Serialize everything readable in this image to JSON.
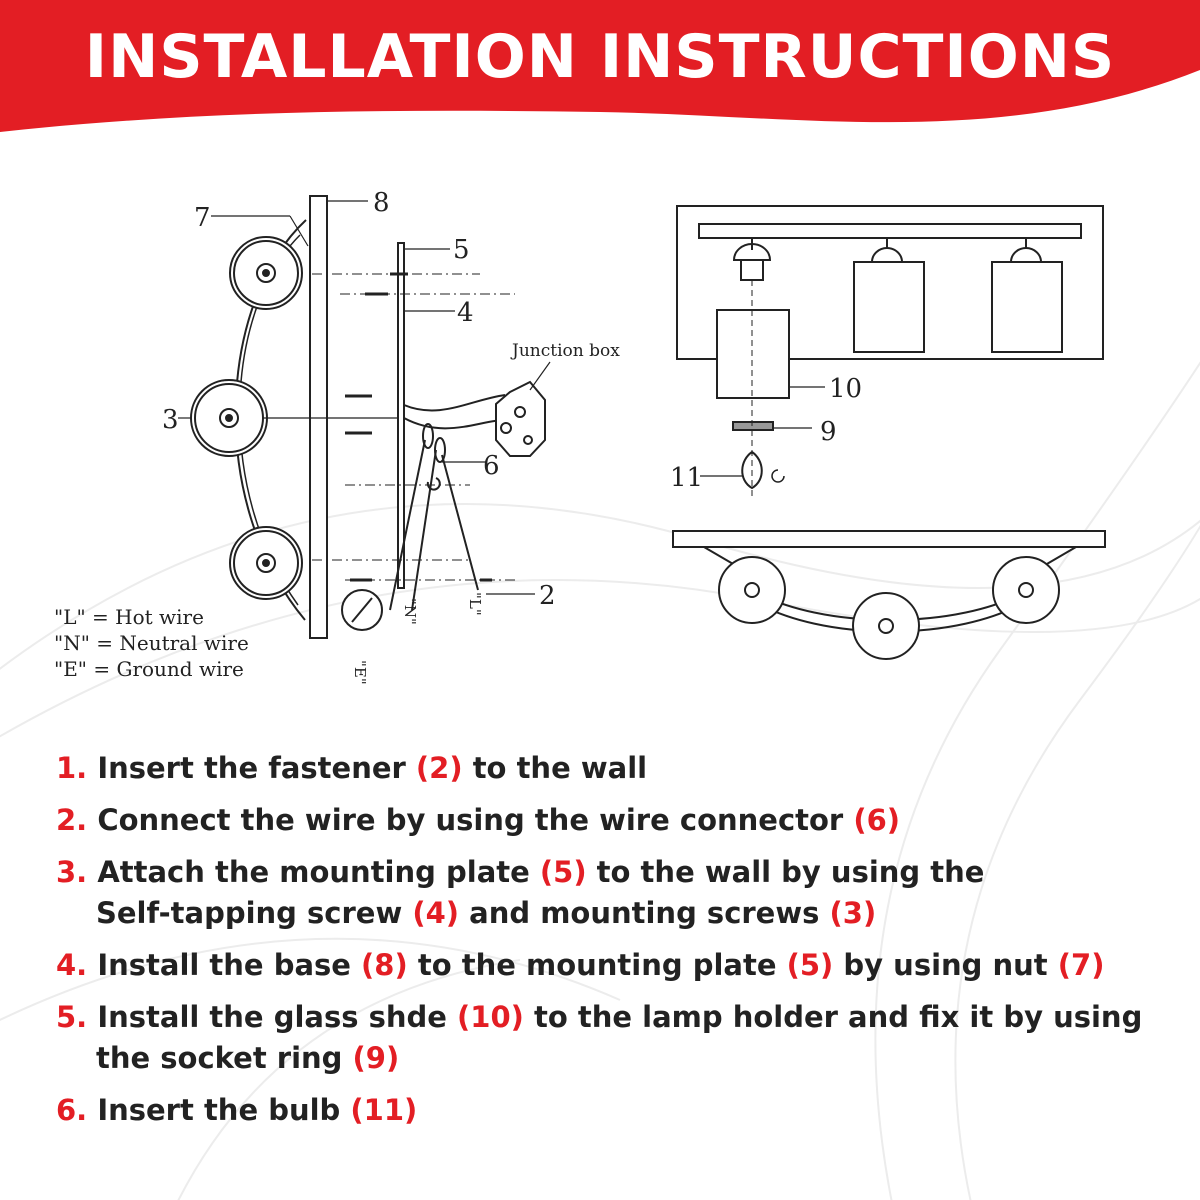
{
  "header": {
    "title": "INSTALLATION INSTRUCTIONS",
    "bg_color": "#e31e24",
    "text_color": "#ffffff"
  },
  "accent_color": "#e31e24",
  "diagram": {
    "labels": {
      "n1": "2",
      "n2": "3",
      "n3": "4",
      "n4": "5",
      "n5": "6",
      "n6": "7",
      "n7": "8",
      "n8": "9",
      "n9": "10",
      "n10": "11",
      "junction_box": "Junction box",
      "wire_l": "\"L\"",
      "wire_n": "\"N\"",
      "wire_e": "\"E\""
    },
    "legend": [
      "\"L\" = Hot wire",
      "\"N\" = Neutral wire",
      "\"E\" = Ground wire"
    ]
  },
  "steps": [
    {
      "num": "1.",
      "parts": [
        [
          "Insert the fastener ",
          ""
        ],
        [
          "(2)",
          "ref"
        ],
        [
          " to the wall",
          ""
        ]
      ]
    },
    {
      "num": "2.",
      "parts": [
        [
          "Connect the wire by using the wire connector ",
          ""
        ],
        [
          "(6)",
          "ref"
        ]
      ]
    },
    {
      "num": "3.",
      "parts": [
        [
          "Attach the mounting plate ",
          ""
        ],
        [
          "(5)",
          "ref"
        ],
        [
          " to the wall by using the",
          ""
        ],
        [
          "Self-tapping screw ",
          "cont"
        ],
        [
          "(4)",
          "ref"
        ],
        [
          " and mounting screws ",
          ""
        ],
        [
          "(3)",
          "ref"
        ]
      ]
    },
    {
      "num": "4.",
      "parts": [
        [
          "Install the base ",
          ""
        ],
        [
          "(8)",
          "ref"
        ],
        [
          " to the mounting plate ",
          ""
        ],
        [
          "(5)",
          "ref"
        ],
        [
          " by using nut ",
          ""
        ],
        [
          "(7)",
          "ref"
        ]
      ]
    },
    {
      "num": "5.",
      "parts": [
        [
          "Install the glass shde ",
          ""
        ],
        [
          "(10)",
          "ref"
        ],
        [
          " to the lamp holder and fix it by using",
          ""
        ],
        [
          "the socket ring ",
          "cont"
        ],
        [
          "(9)",
          "ref"
        ]
      ]
    },
    {
      "num": "6.",
      "parts": [
        [
          "Insert the bulb ",
          ""
        ],
        [
          "(11)",
          "ref"
        ]
      ]
    }
  ]
}
